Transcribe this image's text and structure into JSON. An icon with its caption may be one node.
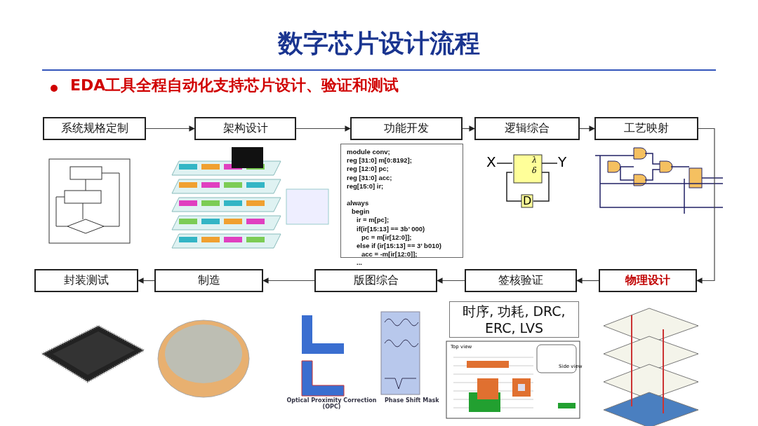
{
  "diagram": {
    "title": "数字芯片设计流程",
    "nodes": [
      {
        "text": [
          "系统规格定制"
        ]
      },
      {
        "text": [
          "架构设计"
        ]
      },
      {
        "text": [
          "功能开发"
        ]
      },
      {
        "text": [
          "逻辑综合"
        ]
      },
      {
        "text": [
          "工艺映射"
        ]
      },
      {
        "text": [
          "物理设计"
        ]
      },
      {
        "text": [
          "签核验证"
        ]
      },
      {
        "text": [
          "版图综合"
        ]
      },
      {
        "text": [
          "制造"
        ]
      },
      {
        "text": [
          "封装测试"
        ]
      },
      {
        "text": [
          "module conv;",
          "reg [31:0] m[0:8192];",
          "reg [12:0] pc;",
          "reg [31:0] acc;",
          "reg[15:0] ir;",
          "always",
          "begin",
          "ir = m[pc];",
          "if(ir[15:13] == 3b’ 000)",
          "pc = m[ir[12:0]];",
          "else if (ir[15:13] == 3’ b010)",
          "acc = -m[ir[12:0]];",
          "..."
        ]
      },
      {
        "text": [
          "时序, 功耗, DRC, ERC, LVS"
        ]
      }
    ],
    "edges": [
      {
        "from": 0,
        "to": 1,
        "arrow": "to"
      },
      {
        "from": 1,
        "to": 2,
        "arrow": "to"
      },
      {
        "from": 2,
        "to": 3,
        "arrow": "to"
      },
      {
        "from": 3,
        "to": 4,
        "arrow": "to"
      },
      {
        "from": 4,
        "to": 5,
        "arrow": "to"
      },
      {
        "from": 5,
        "to": 6,
        "arrow": "to"
      },
      {
        "from": 6,
        "to": 7,
        "arrow": "to"
      },
      {
        "from": 7,
        "to": 8,
        "arrow": "to"
      },
      {
        "from": 8,
        "to": 9,
        "arrow": "to"
      }
    ],
    "labels": [
      "EDA工具全程自动化支持芯片设计、验证和测试",
      "X",
      "λ",
      "Y",
      "δ",
      "D",
      "Optical Proximity Correction (OPC)",
      "Phase Shift Mask",
      "Top view",
      "Side view"
    ]
  }
}
